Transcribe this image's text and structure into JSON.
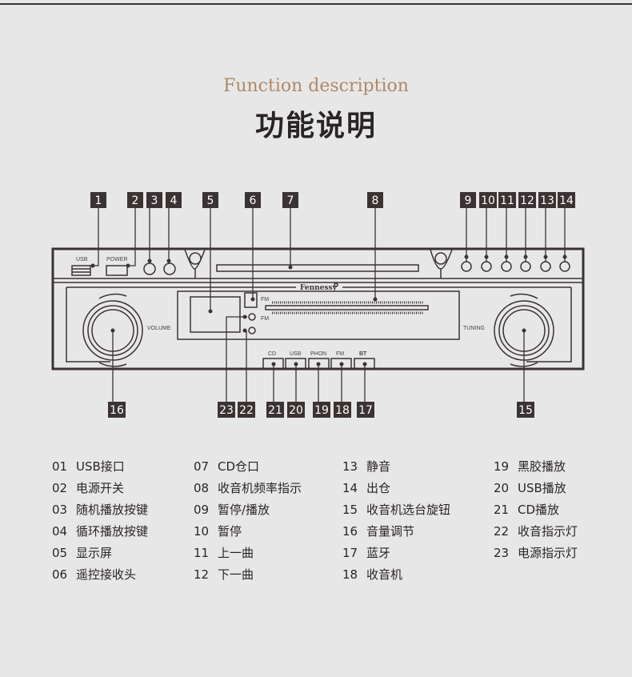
{
  "header": {
    "subtitle": "Function description",
    "title": "功能说明"
  },
  "device": {
    "brand": "Fennessy",
    "usb": "USB",
    "power": "POWER",
    "volume": "VOLUME",
    "tuning": "TUNING",
    "fm_top": "FM",
    "fm_bottom": "FM",
    "sources": [
      "CD",
      "USB",
      "PHON",
      "FM",
      "BT"
    ]
  },
  "callouts": [
    "1",
    "2",
    "3",
    "4",
    "5",
    "6",
    "7",
    "8",
    "9",
    "10",
    "11",
    "12",
    "13",
    "14",
    "15",
    "16",
    "17",
    "18",
    "19",
    "20",
    "21",
    "22",
    "23"
  ],
  "legend": [
    {
      "num": "01",
      "text": "USB接口"
    },
    {
      "num": "02",
      "text": "电源开关"
    },
    {
      "num": "03",
      "text": "随机播放按键"
    },
    {
      "num": "04",
      "text": "循环播放按键"
    },
    {
      "num": "05",
      "text": "显示屏"
    },
    {
      "num": "06",
      "text": "遥控接收头"
    },
    {
      "num": "07",
      "text": "CD仓口"
    },
    {
      "num": "08",
      "text": "收音机频率指示"
    },
    {
      "num": "09",
      "text": "暂停/播放"
    },
    {
      "num": "10",
      "text": "暂停"
    },
    {
      "num": "11",
      "text": "上一曲"
    },
    {
      "num": "12",
      "text": "下一曲"
    },
    {
      "num": "13",
      "text": "静音"
    },
    {
      "num": "14",
      "text": "出仓"
    },
    {
      "num": "15",
      "text": "收音机选台旋钮"
    },
    {
      "num": "16",
      "text": "音量调节"
    },
    {
      "num": "17",
      "text": "蓝牙"
    },
    {
      "num": "18",
      "text": "收音机"
    },
    {
      "num": "19",
      "text": "黑胶播放"
    },
    {
      "num": "20",
      "text": "USB播放"
    },
    {
      "num": "21",
      "text": "CD播放"
    },
    {
      "num": "22",
      "text": "收音指示灯"
    },
    {
      "num": "23",
      "text": "电源指示灯"
    }
  ]
}
